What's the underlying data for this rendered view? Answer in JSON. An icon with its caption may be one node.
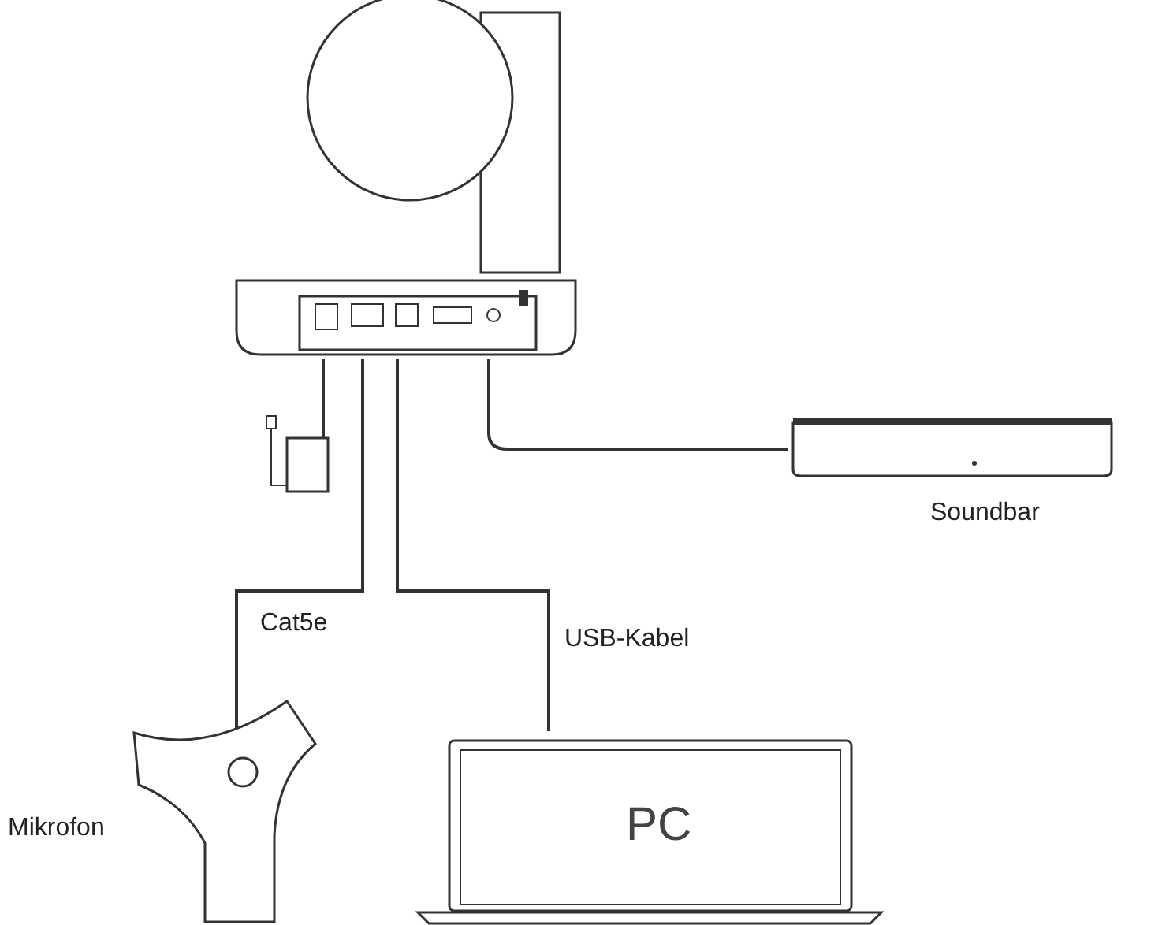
{
  "diagram": {
    "nodes": [
      {
        "text": [],
        "shape": "camera"
      },
      {
        "text": [],
        "shape": "adapter"
      },
      {
        "text": [
          "Soundbar"
        ]
      },
      {
        "text": [
          "Mikrofon"
        ]
      },
      {
        "text": [
          "PC"
        ]
      }
    ],
    "edges": [
      {
        "from": 0,
        "to": 1,
        "arrow": "none"
      },
      {
        "from": 0,
        "to": 3,
        "label": "Cat5e",
        "arrow": "none"
      },
      {
        "from": 0,
        "to": 4,
        "label": "USB-Kabel",
        "arrow": "none"
      },
      {
        "from": 0,
        "to": 2,
        "arrow": "none"
      }
    ]
  }
}
